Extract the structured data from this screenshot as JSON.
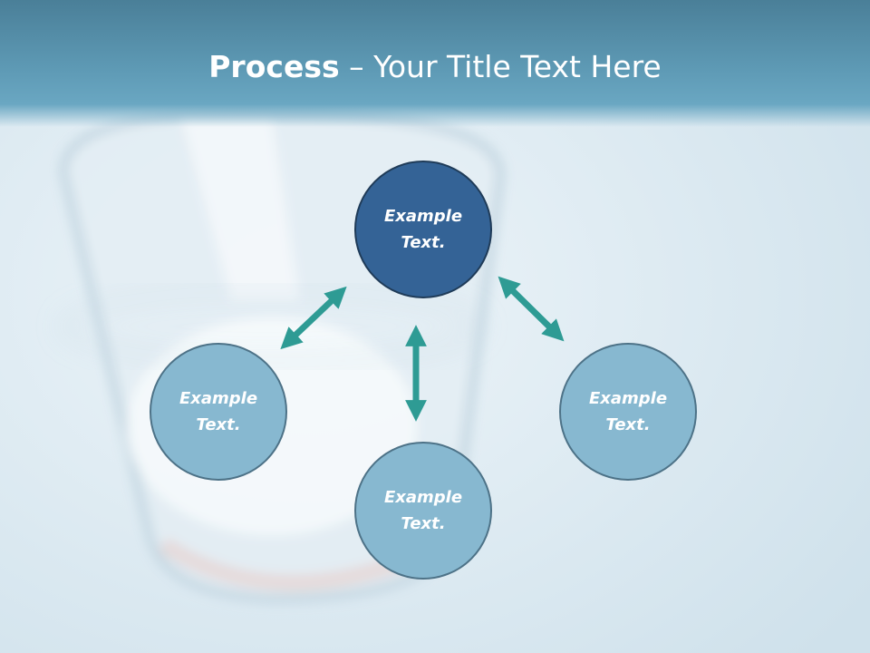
{
  "title": {
    "bold": "Process",
    "rest": " – Your Title Text Here"
  },
  "nodes": [
    {
      "id": "top",
      "label": "Example\nText.",
      "style": "dark"
    },
    {
      "id": "left",
      "label": "Example\nText.",
      "style": "light"
    },
    {
      "id": "bottom",
      "label": "Example\nText.",
      "style": "light"
    },
    {
      "id": "right",
      "label": "Example\nText.",
      "style": "light"
    }
  ],
  "connectors": [
    {
      "from": "top",
      "to": "left",
      "type": "double-arrow"
    },
    {
      "from": "top",
      "to": "bottom",
      "type": "double-arrow"
    },
    {
      "from": "top",
      "to": "right",
      "type": "double-arrow"
    }
  ],
  "colors": {
    "title_band": "#5e9ab5",
    "node_dark": "#346396",
    "node_light": "#87b8d0",
    "arrow": "#2e9b94"
  }
}
